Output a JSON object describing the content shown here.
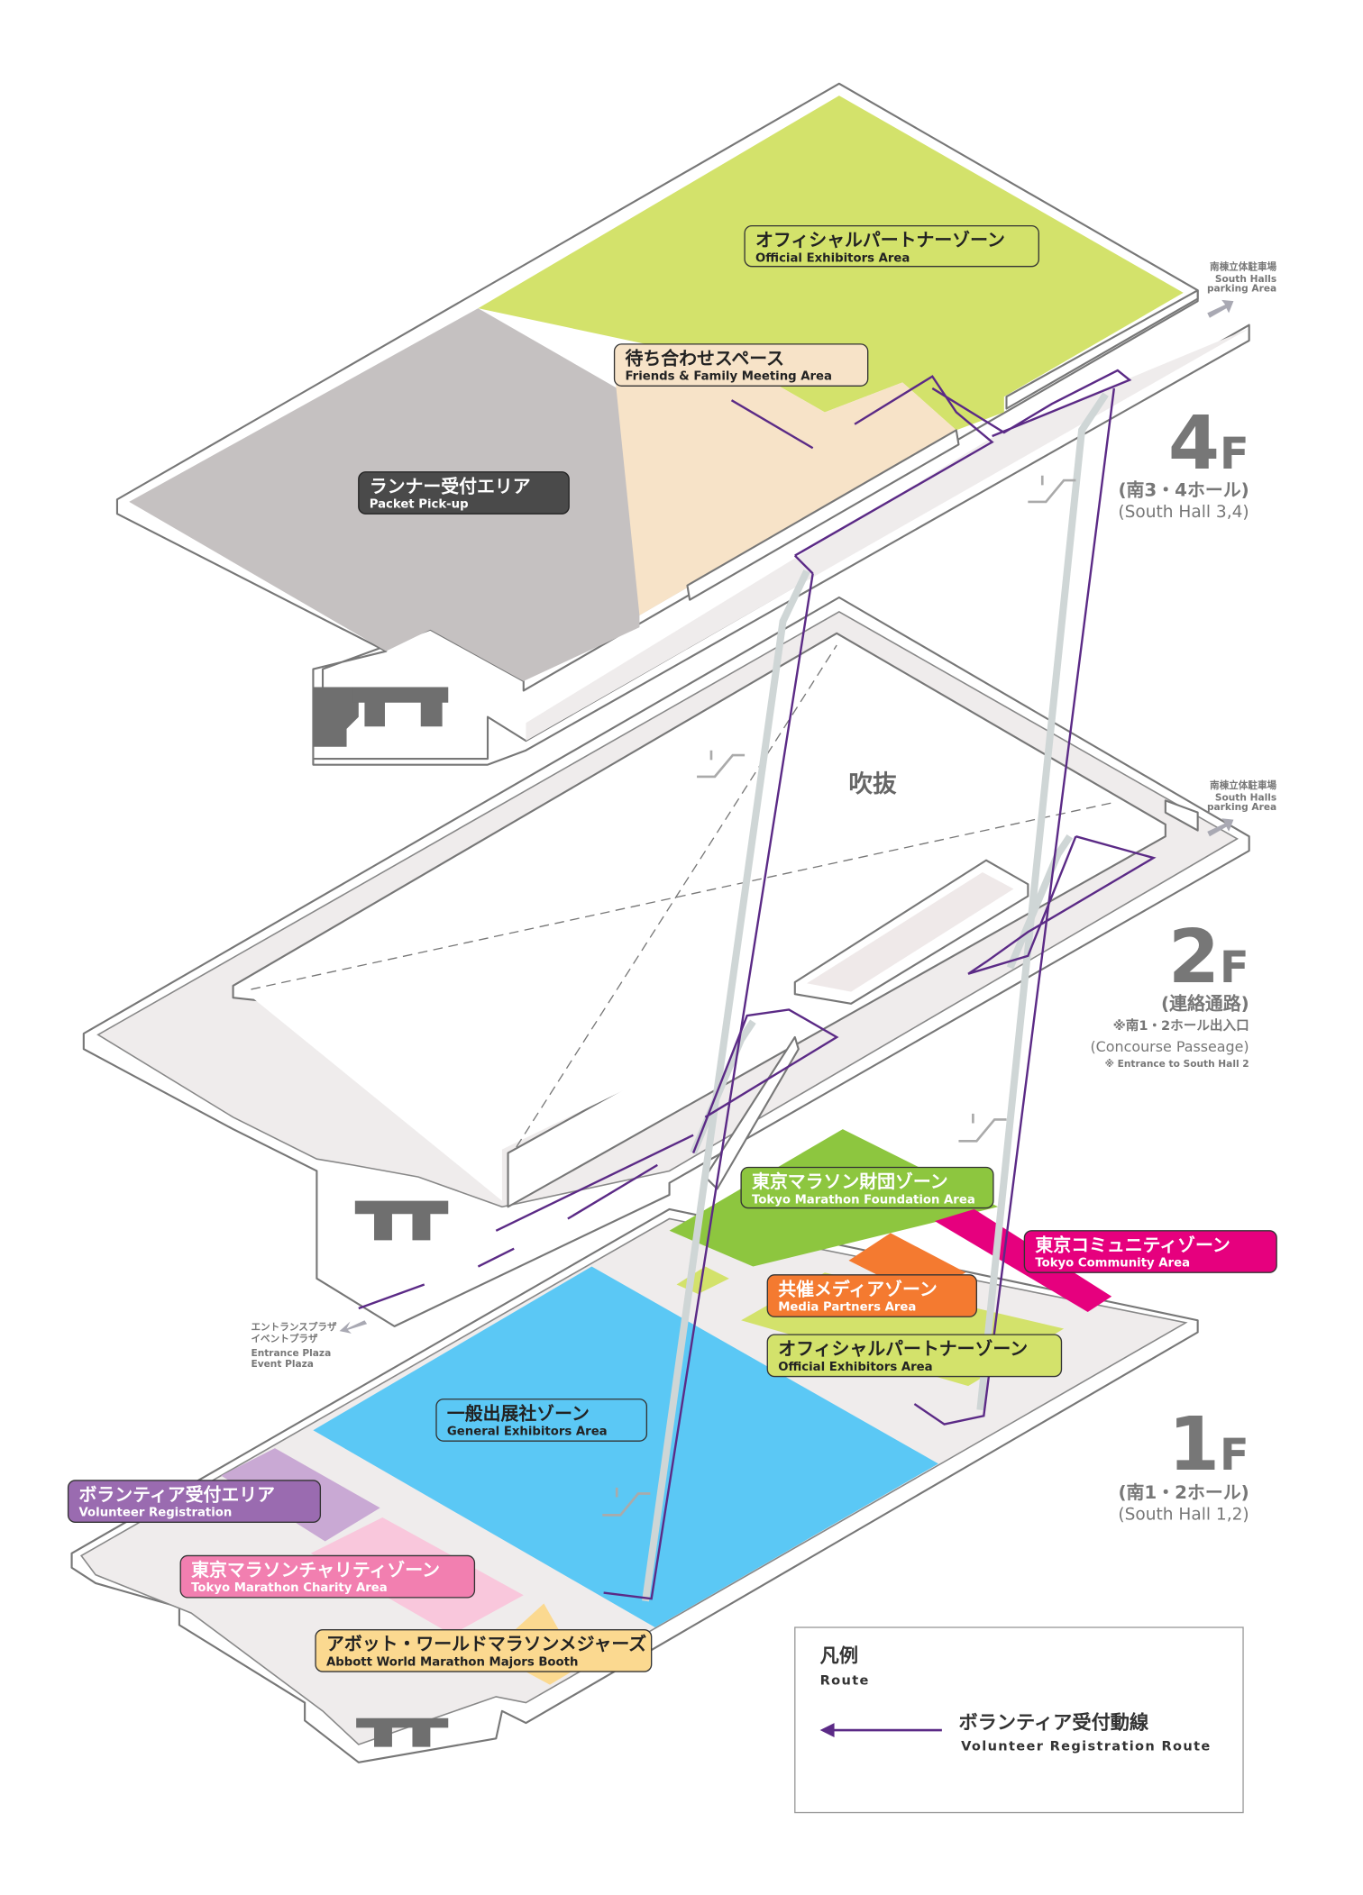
{
  "floors": {
    "f4": {
      "num": "4",
      "unit": "F",
      "jp": "(南3・4ホール)",
      "en": "(South Hall 3,4)"
    },
    "f2": {
      "num": "2",
      "unit": "F",
      "jp": "(連絡通路)",
      "note_jp": "※南1・2ホール出入口",
      "en": "(Concourse Passeage)",
      "note_en": "※ Entrance to South Hall 2"
    },
    "f1": {
      "num": "1",
      "unit": "F",
      "jp": "(南1・2ホール)",
      "en": "(South Hall 1,2)"
    }
  },
  "atrium": "吹抜",
  "parking": {
    "jp": "南棟立体駐車場",
    "en1": "South Halls",
    "en2": "parking Area"
  },
  "entrance": {
    "jp1": "エントランスプラザ",
    "jp2": "イベントプラザ",
    "en1": "Entrance Plaza",
    "en2": "Event Plaza"
  },
  "zones": {
    "official4": {
      "jp": "オフィシャルパートナーゾーン",
      "en": "Official Exhibitors Area"
    },
    "friends": {
      "jp": "待ち合わせスペース",
      "en": "Friends & Family Meeting Area"
    },
    "pickup": {
      "jp": "ランナー受付エリア",
      "en": "Packet Pick-up"
    },
    "foundation": {
      "jp": "東京マラソン財団ゾーン",
      "en": "Tokyo Marathon Foundation Area"
    },
    "community": {
      "jp": "東京コミュニティゾーン",
      "en": "Tokyo Community Area"
    },
    "media": {
      "jp": "共催メディアゾーン",
      "en": "Media Partners Area"
    },
    "official1": {
      "jp": "オフィシャルパートナーゾーン",
      "en": "Official Exhibitors Area"
    },
    "general": {
      "jp": "一般出展社ゾーン",
      "en": "General Exhibitors Area"
    },
    "volunteer": {
      "jp": "ボランティア受付エリア",
      "en": "Volunteer Registration"
    },
    "charity": {
      "jp": "東京マラソンチャリティゾーン",
      "en": "Tokyo Marathon Charity Area"
    },
    "abbott": {
      "jp": "アボット・ワールドマラソンメジャーズ",
      "en": "Abbott World Marathon Majors Booth"
    }
  },
  "legend": {
    "title_jp": "凡例",
    "title_en": "Route",
    "item_jp": "ボランティア受付動線",
    "item_en": "Volunteer Registration Route"
  },
  "colors": {
    "route": "#5b2a86",
    "official": "#d3e26b",
    "pickup": "#c5c1c1",
    "friends": "#f7e3c8",
    "general": "#5bc8f5",
    "foundation": "#8dc63f",
    "community": "#e6007e",
    "media": "#f47a30",
    "volunteer": "#9a6bb0",
    "charity": "#f27fb0",
    "abbott": "#fbd990"
  },
  "icons": [
    "escalator-icon",
    "arrow-icon"
  ]
}
